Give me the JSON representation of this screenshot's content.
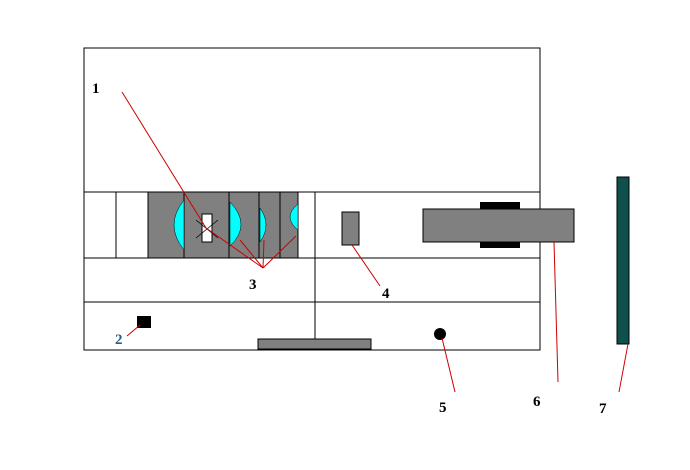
{
  "diagram": {
    "colors": {
      "outline": "#000000",
      "block_gray": "#808080",
      "lens_cyan": "#00ffff",
      "leader_red": "#cc0000",
      "plate_teal": "#0f4f4c",
      "label_blue": "#2a5b8a"
    },
    "labels": {
      "l1": "1",
      "l2": "2",
      "l3": "3",
      "l4": "4",
      "l5": "5",
      "l6": "6",
      "l7": "7"
    }
  }
}
